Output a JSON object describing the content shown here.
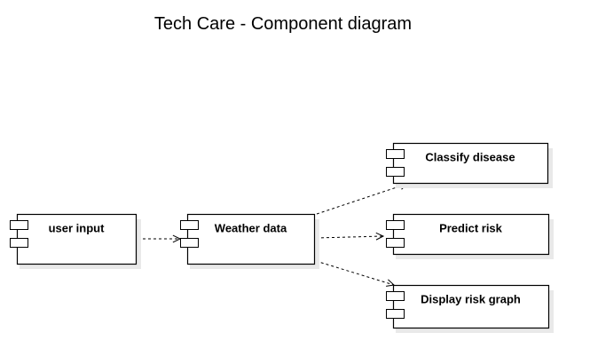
{
  "diagram": {
    "title": "Tech Care - Component diagram",
    "components": [
      {
        "id": "user-input",
        "label": "user input"
      },
      {
        "id": "weather-data",
        "label": "Weather data"
      },
      {
        "id": "classify-disease",
        "label": "Classify disease"
      },
      {
        "id": "predict-risk",
        "label": "Predict risk"
      },
      {
        "id": "display-risk-graph",
        "label": "Display risk graph"
      }
    ],
    "dependencies": [
      {
        "from": "user-input",
        "to": "weather-data",
        "style": "dashed-open-arrow"
      },
      {
        "from": "weather-data",
        "to": "classify-disease",
        "style": "dashed-open-arrow"
      },
      {
        "from": "weather-data",
        "to": "predict-risk",
        "style": "dashed-open-arrow"
      },
      {
        "from": "weather-data",
        "to": "display-risk-graph",
        "style": "dashed-open-arrow"
      }
    ]
  }
}
